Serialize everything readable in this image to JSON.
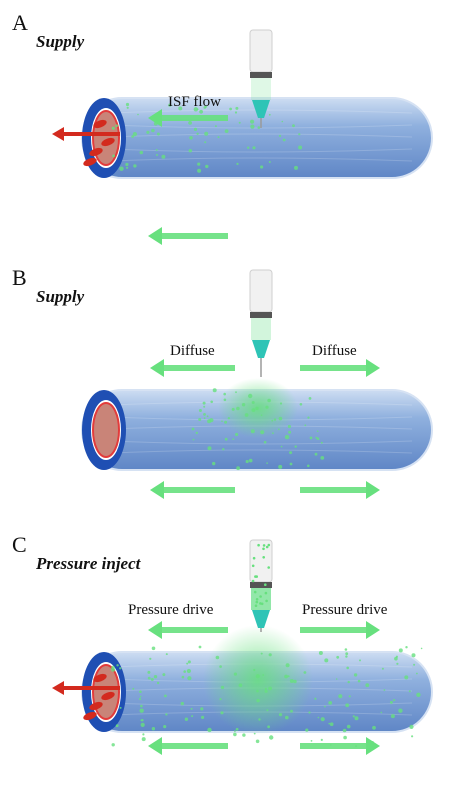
{
  "colors": {
    "vessel_wall": "#7f9fd4",
    "vessel_cap": "#1f4fb3",
    "lumen_pink": "#c98478",
    "rbc_red": "#d32a1e",
    "isf_green": "#67e07e",
    "syringe_fluid": "#7fe39a"
  },
  "panels": [
    {
      "letter": "A",
      "mode": "Supply",
      "labels": {
        "left": "ISF flow",
        "right": ""
      }
    },
    {
      "letter": "B",
      "mode": "Supply",
      "labels": {
        "left": "Diffuse",
        "right": "Diffuse"
      }
    },
    {
      "letter": "C",
      "mode": "Pressure inject",
      "labels": {
        "left": "Pressure drive",
        "right": "Pressure drive"
      }
    }
  ],
  "icons": {
    "syringe": "syringe-icon",
    "arrow_left": "green-arrow-left-icon",
    "arrow_right": "green-arrow-right-icon",
    "blood_flow": "red-arrow-left-icon"
  }
}
